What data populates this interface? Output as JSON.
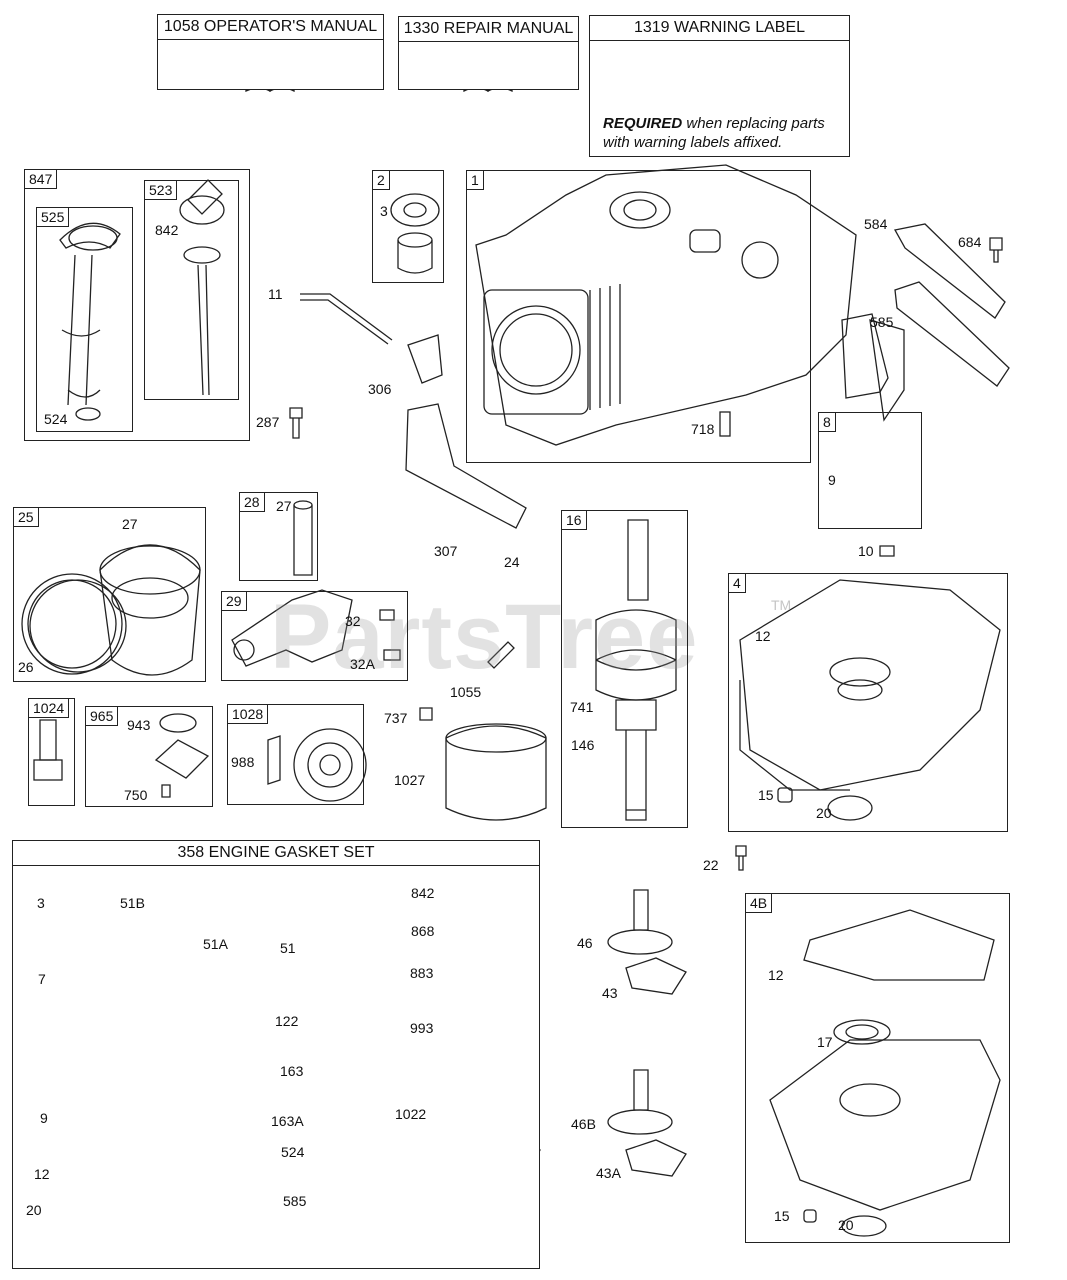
{
  "header_boxes": [
    {
      "title": "1058 OPERATOR'S MANUAL",
      "icon": "book-icon"
    },
    {
      "title": "1330 REPAIR MANUAL",
      "icon": "book-icon"
    },
    {
      "title": "1319 WARNING LABEL",
      "icon": "warning-label-icon"
    }
  ],
  "warning_label": {
    "sticker_title": "WARNING",
    "required_word": "REQUIRED",
    "required_text": " when replacing parts with warning labels affixed."
  },
  "gasket_set_title": "358 ENGINE GASKET SET",
  "watermark": {
    "text": "PartsTree",
    "tm": "TM"
  },
  "box_tags": {
    "b847": "847",
    "b525": "525",
    "b523": "523",
    "b2": "2",
    "b1": "1",
    "b8": "8",
    "b25": "25",
    "b28": "28",
    "b29": "29",
    "b16": "16",
    "b4": "4",
    "b1024": "1024",
    "b965": "965",
    "b1028": "1028",
    "b4B": "4B"
  },
  "callouts": {
    "c842a": "842",
    "c524a": "524",
    "c3a": "3",
    "c11": "11",
    "c306": "306",
    "c287": "287",
    "c584": "584",
    "c684": "684",
    "c585a": "585",
    "c718": "718",
    "c9a": "9",
    "c10": "10",
    "c27a": "27",
    "c26": "26",
    "c27b": "27",
    "c32": "32",
    "c32A": "32A",
    "c307": "307",
    "c24": "24",
    "c12a": "12",
    "c741": "741",
    "c146": "146",
    "c1055": "1055",
    "c737": "737",
    "c1027": "1027",
    "c943": "943",
    "c750": "750",
    "c988": "988",
    "c15a": "15",
    "c20a": "20",
    "c22": "22",
    "c3b": "3",
    "c51B": "51B",
    "c51A": "51A",
    "c51": "51",
    "c842b": "842",
    "c868": "868",
    "c883": "883",
    "c7": "7",
    "c122": "122",
    "c993": "993",
    "c163": "163",
    "c163A": "163A",
    "c1022": "1022",
    "c9b": "9",
    "c524b": "524",
    "c12b": "12",
    "c20b": "20",
    "c585b": "585",
    "c46": "46",
    "c43": "43",
    "c46B": "46B",
    "c43A": "43A",
    "c12c": "12",
    "c17": "17",
    "c15b": "15",
    "c20c": "20"
  }
}
